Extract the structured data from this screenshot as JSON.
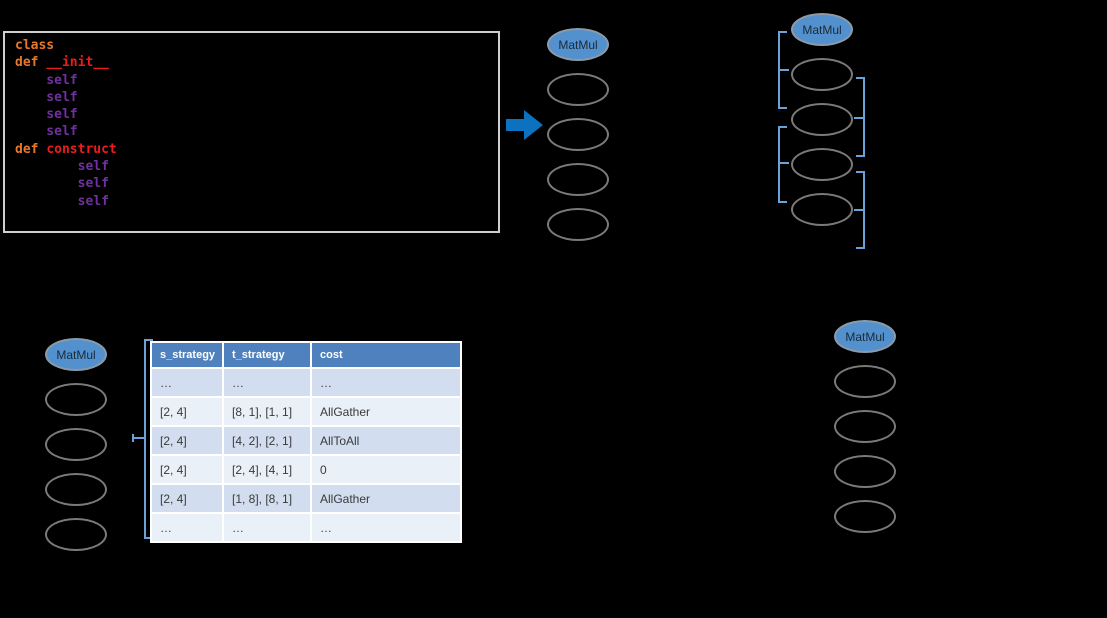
{
  "code_panel": {
    "lines": [
      [
        {
          "t": "class",
          "c": "orange"
        }
      ],
      [
        {
          "t": "def ",
          "c": "orange"
        },
        {
          "t": "__init__",
          "c": "red"
        }
      ],
      [
        {
          "t": "    self",
          "c": "purple"
        }
      ],
      [
        {
          "t": "    self",
          "c": "purple"
        }
      ],
      [
        {
          "t": "    self",
          "c": "purple"
        }
      ],
      [
        {
          "t": "    self",
          "c": "purple"
        }
      ],
      [
        {
          "t": "def ",
          "c": "orange"
        },
        {
          "t": "construct",
          "c": "red"
        }
      ],
      [
        {
          "t": "        self",
          "c": "purple"
        }
      ],
      [
        {
          "t": "        self",
          "c": "purple"
        }
      ],
      [
        {
          "t": "        self",
          "c": "purple"
        }
      ]
    ]
  },
  "chains": {
    "center": {
      "label": "MatMul",
      "empty_nodes": 4
    },
    "top_right": {
      "label": "MatMul",
      "empty_nodes": 4
    },
    "bottom_left": {
      "label": "MatMul",
      "empty_nodes": 4
    },
    "bottom_right": {
      "label": "MatMul",
      "empty_nodes": 4
    }
  },
  "table": {
    "columns": [
      "s_strategy",
      "t_strategy",
      "cost"
    ],
    "rows": [
      [
        "…",
        "…",
        "…"
      ],
      [
        "[2, 4]",
        "[8, 1], [1, 1]",
        "AllGather"
      ],
      [
        "[2, 4]",
        "[4, 2], [2, 1]",
        "AllToAll"
      ],
      [
        "[2, 4]",
        "[2, 4], [4, 1]",
        "0"
      ],
      [
        "[2, 4]",
        "[1, 8], [8, 1]",
        "AllGather"
      ],
      [
        "…",
        "…",
        "…"
      ]
    ]
  },
  "colors": {
    "keyword_orange": "#E8772C",
    "keyword_red": "#ED1C1C",
    "keyword_purple": "#7030A0",
    "code_box_border": "#CFCFCF",
    "matmul_fill": "#5291CD",
    "matmul_text": "#1B2A38",
    "node_border": "#7A7A7A",
    "bracket_blue": "#6BA2D8",
    "arrow_blue": "#0C71BE",
    "table_header_bg": "#4E81BD",
    "table_header_text": "#FFFFFF",
    "row_band_dark": "#D2DEEF",
    "row_band_light": "#EAF0F8",
    "cell_text": "#3A3A3A"
  }
}
